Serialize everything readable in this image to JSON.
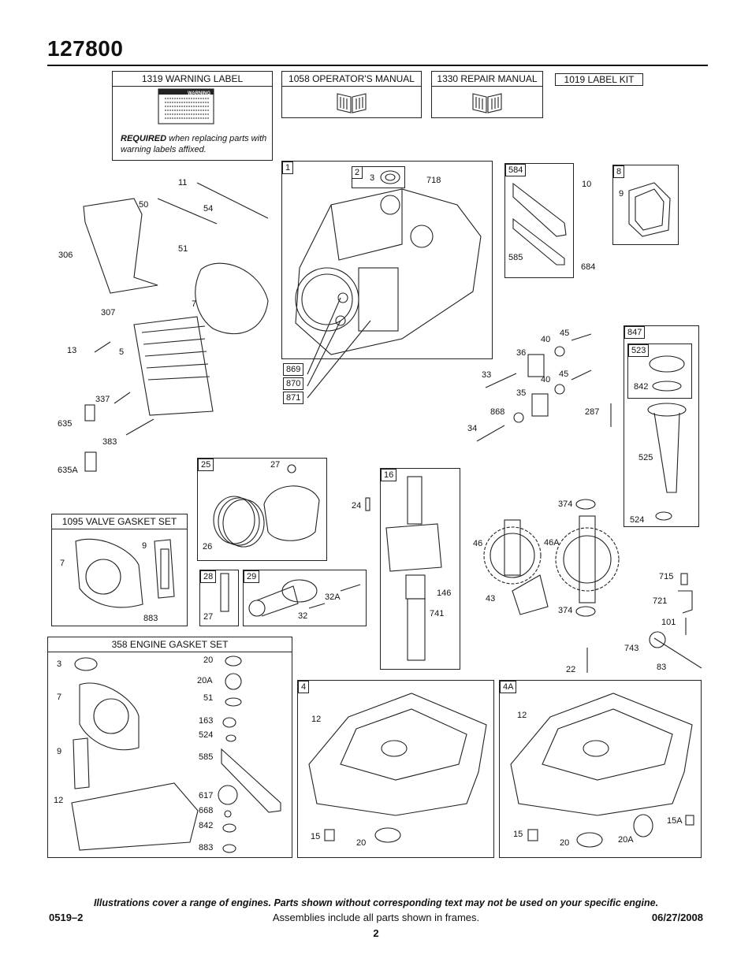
{
  "header": {
    "model_number": "127800"
  },
  "boxes": {
    "warning_label": {
      "title": "1319 WARNING LABEL",
      "label_heading": "WARNING",
      "note_bold": "REQUIRED",
      "note_rest": " when replacing parts with warning labels affixed."
    },
    "operators_manual": {
      "title": "1058 OPERATOR'S MANUAL"
    },
    "repair_manual": {
      "title": "1330 REPAIR MANUAL"
    },
    "label_kit": {
      "title": "1019 LABEL KIT"
    },
    "valve_gasket_set": {
      "title": "1095 VALVE GASKET SET"
    },
    "engine_gasket_set": {
      "title": "358 ENGINE GASKET SET"
    }
  },
  "tags": {
    "cylinder": "1",
    "seal_kit": "2",
    "valve_cover_gasket_kit": "584",
    "breather": "8",
    "piston": "25",
    "wrist_pin": "28",
    "connecting_rod": "29",
    "crankshaft": "16",
    "dipstick_assembly": "847",
    "dipstick": "523",
    "sump": "4",
    "sump_alt": "4A",
    "t869": "869",
    "t870": "870",
    "t871": "871"
  },
  "part_labels": {
    "p11": "11",
    "p50": "50",
    "p54": "54",
    "p51": "51",
    "p306": "306",
    "p7": "7",
    "p307": "307",
    "p13": "13",
    "p5": "5",
    "p337": "337",
    "p635": "635",
    "p383": "383",
    "p635A": "635A",
    "p3": "3",
    "p718": "718",
    "p10": "10",
    "p9": "9",
    "p585": "585",
    "p684": "684",
    "p45a": "45",
    "p40a": "40",
    "p36": "36",
    "p33": "33",
    "p45b": "45",
    "p40b": "40",
    "p35": "35",
    "p868": "868",
    "p34": "34",
    "p287": "287",
    "p842": "842",
    "p525": "525",
    "p524": "524",
    "p27a": "27",
    "p26": "26",
    "p24": "24",
    "p374a": "374",
    "p46": "46",
    "p46A": "46A",
    "p43": "43",
    "p374b": "374",
    "p146": "146",
    "p741": "741",
    "p27b": "27",
    "p32A": "32A",
    "p32": "32",
    "p715": "715",
    "p721": "721",
    "p101": "101",
    "p743": "743",
    "p22": "22",
    "p83": "83",
    "vg7": "7",
    "vg9": "9",
    "vg883": "883",
    "eg3": "3",
    "eg7": "7",
    "eg9": "9",
    "eg12": "12",
    "eg20": "20",
    "eg20A": "20A",
    "eg51": "51",
    "eg163": "163",
    "eg524": "524",
    "eg585": "585",
    "eg617": "617",
    "eg668": "668",
    "eg842": "842",
    "eg883": "883",
    "s12a": "12",
    "s15a": "15",
    "s20a": "20",
    "s12b": "12",
    "s15b": "15",
    "s20b": "20",
    "s20Ab": "20A",
    "s15Ab": "15A"
  },
  "footer": {
    "note": "Illustrations cover a range of engines. Parts shown without corresponding text may not be used on your specific engine.",
    "code": "0519–2",
    "assemblies": "Assemblies include all parts shown in frames.",
    "date": "06/27/2008",
    "page_number": "2"
  },
  "icons": [
    "book-icon",
    "warning-decal-icon"
  ]
}
